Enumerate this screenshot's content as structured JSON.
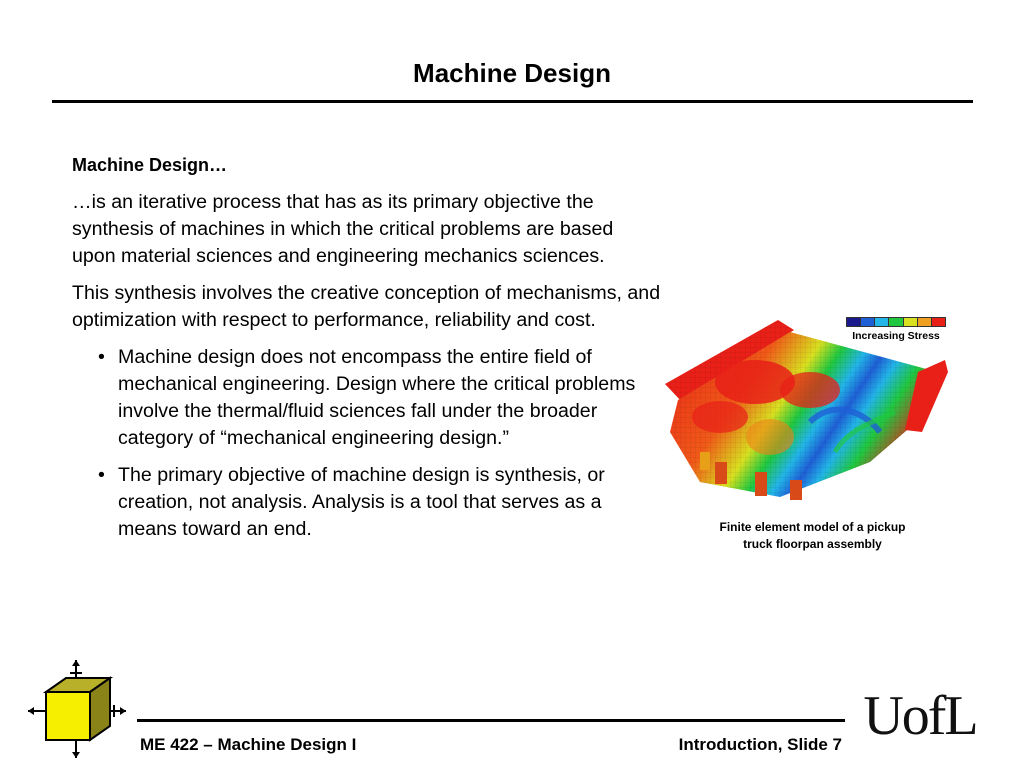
{
  "slide": {
    "title": "Machine Design",
    "heading": "Machine Design…",
    "paragraphs": [
      "…is an iterative process that has as its primary objective the synthesis of machines in which the critical problems are based upon material sciences and engineering mechanics sciences.",
      "This synthesis involves the creative conception of mechanisms, and optimization with respect to performance, reliability and cost."
    ],
    "bullet_char": "•",
    "bullets": [
      "Machine design does not encompass the entire field of mechanical engineering. Design where the critical problems involve the thermal/fluid sciences fall under the broader category of “mechanical engineering design.”",
      "The primary objective of machine design is synthesis, or creation, not analysis. Analysis is a tool that serves as a means toward an end."
    ]
  },
  "figure": {
    "legend_label": "Increasing Stress",
    "legend_colors": [
      "#1a1a8c",
      "#1f5fd6",
      "#22b5e8",
      "#20c840",
      "#d8e020",
      "#f0a020",
      "#e82018"
    ],
    "caption_line1": "Finite element model of a pickup",
    "caption_line2": "truck floorpan assembly"
  },
  "footer": {
    "course": "ME 422 – Machine Design I",
    "slide_label": "Introduction, Slide 7",
    "logo_text": "UofL"
  }
}
